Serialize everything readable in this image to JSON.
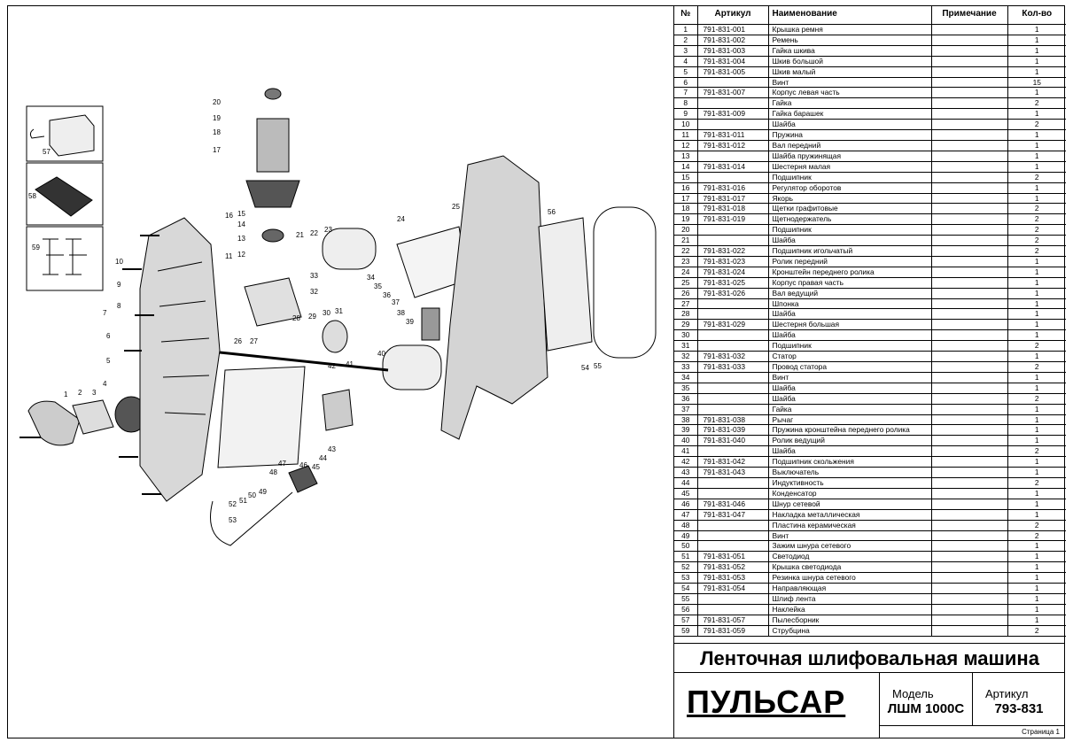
{
  "table": {
    "headers": [
      "№",
      "Артикул",
      "Наименование",
      "Примечание",
      "Кол-во"
    ],
    "rows": [
      [
        "1",
        "791-831-001",
        "Крышка ремня",
        "",
        "1"
      ],
      [
        "2",
        "791-831-002",
        "Ремень",
        "",
        "1"
      ],
      [
        "3",
        "791-831-003",
        "Гайка шкива",
        "",
        "1"
      ],
      [
        "4",
        "791-831-004",
        "Шкив большой",
        "",
        "1"
      ],
      [
        "5",
        "791-831-005",
        "Шкив малый",
        "",
        "1"
      ],
      [
        "6",
        "",
        "Винт",
        "",
        "15"
      ],
      [
        "7",
        "791-831-007",
        "Корпус левая часть",
        "",
        "1"
      ],
      [
        "8",
        "",
        "Гайка",
        "",
        "2"
      ],
      [
        "9",
        "791-831-009",
        "Гайка барашек",
        "",
        "1"
      ],
      [
        "10",
        "",
        "Шайба",
        "",
        "2"
      ],
      [
        "11",
        "791-831-011",
        "Пружина",
        "",
        "1"
      ],
      [
        "12",
        "791-831-012",
        "Вал передний",
        "",
        "1"
      ],
      [
        "13",
        "",
        "Шайба пружинящая",
        "",
        "1"
      ],
      [
        "14",
        "791-831-014",
        "Шестерня малая",
        "",
        "1"
      ],
      [
        "15",
        "",
        "Подшипник",
        "",
        "2"
      ],
      [
        "16",
        "791-831-016",
        "Регулятор оборотов",
        "",
        "1"
      ],
      [
        "17",
        "791-831-017",
        "Якорь",
        "",
        "1"
      ],
      [
        "18",
        "791-831-018",
        "Щетки графитовые",
        "",
        "2"
      ],
      [
        "19",
        "791-831-019",
        "Щетнодержатель",
        "",
        "2"
      ],
      [
        "20",
        "",
        "Подшипник",
        "",
        "2"
      ],
      [
        "21",
        "",
        "Шайба",
        "",
        "2"
      ],
      [
        "22",
        "791-831-022",
        "Подшипник игольчатый",
        "",
        "2"
      ],
      [
        "23",
        "791-831-023",
        "Ролик передний",
        "",
        "1"
      ],
      [
        "24",
        "791-831-024",
        "Кронштейн переднего ролика",
        "",
        "1"
      ],
      [
        "25",
        "791-831-025",
        "Корпус правая часть",
        "",
        "1"
      ],
      [
        "26",
        "791-831-026",
        "Вал ведущий",
        "",
        "1"
      ],
      [
        "27",
        "",
        "Шпонка",
        "",
        "1"
      ],
      [
        "28",
        "",
        "Шайба",
        "",
        "1"
      ],
      [
        "29",
        "791-831-029",
        "Шестерня большая",
        "",
        "1"
      ],
      [
        "30",
        "",
        "Шайба",
        "",
        "1"
      ],
      [
        "31",
        "",
        "Подшипник",
        "",
        "2"
      ],
      [
        "32",
        "791-831-032",
        "Статор",
        "",
        "1"
      ],
      [
        "33",
        "791-831-033",
        "Провод статора",
        "",
        "2"
      ],
      [
        "34",
        "",
        "Винт",
        "",
        "1"
      ],
      [
        "35",
        "",
        "Шайба",
        "",
        "1"
      ],
      [
        "36",
        "",
        "Шайба",
        "",
        "2"
      ],
      [
        "37",
        "",
        "Гайка",
        "",
        "1"
      ],
      [
        "38",
        "791-831-038",
        "Рычаг",
        "",
        "1"
      ],
      [
        "39",
        "791-831-039",
        "Пружина кронштейна переднего ролика",
        "",
        "1"
      ],
      [
        "40",
        "791-831-040",
        "Ролик ведущий",
        "",
        "1"
      ],
      [
        "41",
        "",
        "Шайба",
        "",
        "2"
      ],
      [
        "42",
        "791-831-042",
        "Подшипник скольжения",
        "",
        "1"
      ],
      [
        "43",
        "791-831-043",
        "Выключатель",
        "",
        "1"
      ],
      [
        "44",
        "",
        "Индуктивность",
        "",
        "2"
      ],
      [
        "45",
        "",
        "Конденсатор",
        "",
        "1"
      ],
      [
        "46",
        "791-831-046",
        "Шнур сетевой",
        "",
        "1"
      ],
      [
        "47",
        "791-831-047",
        "Накладка металлическая",
        "",
        "1"
      ],
      [
        "48",
        "",
        "Пластина керамическая",
        "",
        "2"
      ],
      [
        "49",
        "",
        "Винт",
        "",
        "2"
      ],
      [
        "50",
        "",
        "Зажим шнура сетевого",
        "",
        "1"
      ],
      [
        "51",
        "791-831-051",
        "Светодиод",
        "",
        "1"
      ],
      [
        "52",
        "791-831-052",
        "Крышка светодиода",
        "",
        "1"
      ],
      [
        "53",
        "791-831-053",
        "Резинка шнура сетевого",
        "",
        "1"
      ],
      [
        "54",
        "791-831-054",
        "Направляющая",
        "",
        "1"
      ],
      [
        "55",
        "",
        "Шлиф лента",
        "",
        "1"
      ],
      [
        "56",
        "",
        "Наклейка",
        "",
        "1"
      ],
      [
        "57",
        "791-831-057",
        "Пылесборник",
        "",
        "1"
      ],
      [
        "59",
        "791-831-059",
        "Струбцина",
        "",
        "2"
      ]
    ]
  },
  "title": "Ленточная шлифовальная машина",
  "brand": "ПУЛЬСАР",
  "model": {
    "label": "Модель",
    "value": "ЛШМ 1000С"
  },
  "article": {
    "label": "Артикул",
    "value": "793-831"
  },
  "page": "Страница 1",
  "callouts": [
    "1",
    "2",
    "3",
    "4",
    "5",
    "6",
    "7",
    "8",
    "9",
    "10",
    "11",
    "12",
    "13",
    "14",
    "15",
    "16",
    "17",
    "18",
    "19",
    "20",
    "21",
    "22",
    "23",
    "24",
    "25",
    "26",
    "27",
    "28",
    "29",
    "30",
    "31",
    "32",
    "33",
    "34",
    "35",
    "36",
    "37",
    "38",
    "39",
    "40",
    "41",
    "42",
    "43",
    "44",
    "45",
    "46",
    "47",
    "48",
    "49",
    "50",
    "51",
    "52",
    "53",
    "54",
    "55",
    "56",
    "57",
    "58",
    "59"
  ]
}
